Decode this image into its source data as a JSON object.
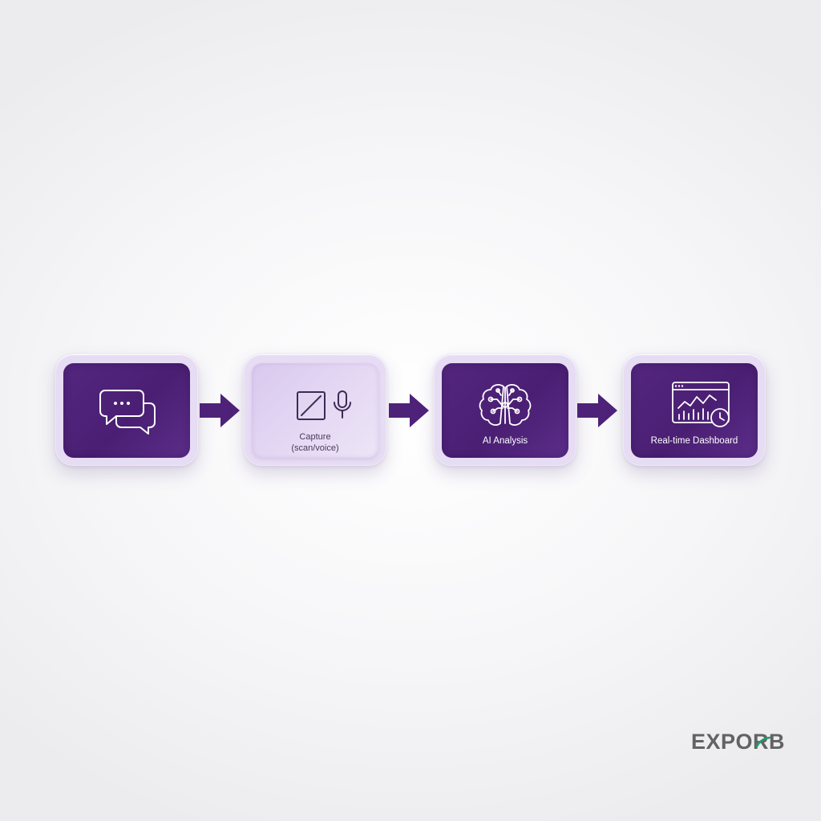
{
  "steps": [
    {
      "icon": "chat-bubbles-icon",
      "label": ""
    },
    {
      "icon": "scan-and-microphone-icon",
      "label_line1": "Capture",
      "label_line2": "(scan/voice)"
    },
    {
      "icon": "brain-circuit-icon",
      "label": "AI Analysis"
    },
    {
      "icon": "dashboard-chart-clock-icon",
      "label": "Real-time Dashboard"
    }
  ],
  "logo": {
    "text": "EXPORB"
  },
  "colors": {
    "card_dark": "#4f2279",
    "card_light": "#e4d7f3",
    "card_frame": "#e6dcf3",
    "arrow": "#4e2278",
    "logo_text": "#636363",
    "logo_accent": "#1f9e6a"
  }
}
